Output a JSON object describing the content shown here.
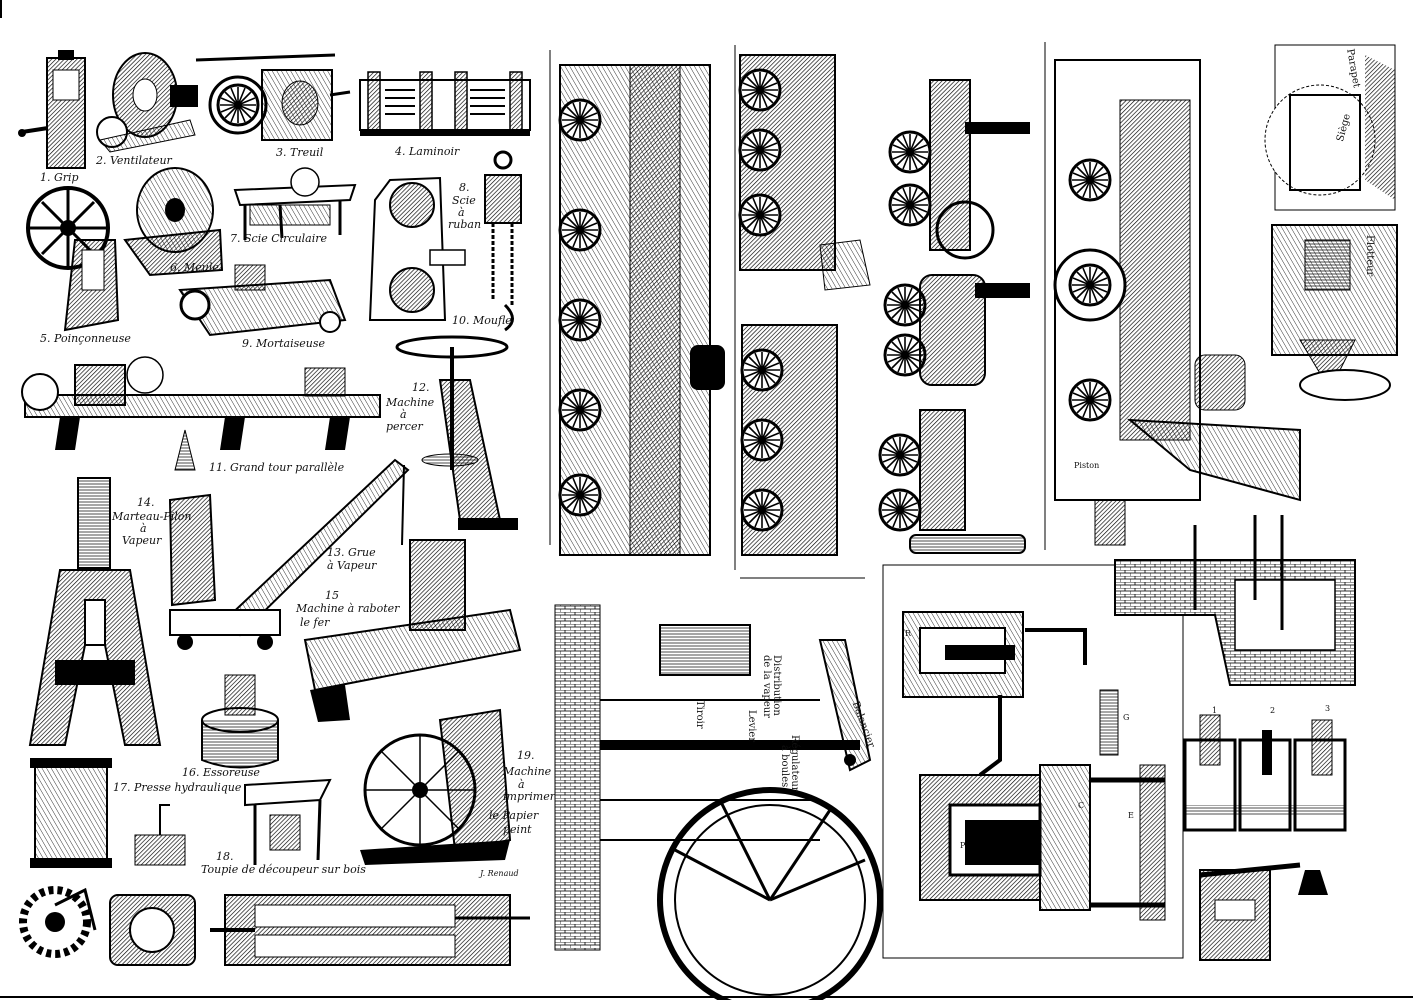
{
  "plate": {
    "labels": {
      "grip": "1. Grip",
      "ventilateur": "2. Ventilateur",
      "treuil": "3. Treuil",
      "laminoir": "4. Laminoir",
      "poinconneuse": "5. Poinçonneuse",
      "meule": "6. Meule",
      "scie_circulaire": "7. Scie Circulaire",
      "scie_ruban_num": "8.",
      "scie_ruban_1": "Scie",
      "scie_ruban_2": "à",
      "scie_ruban_3": "ruban",
      "mortaiseuse": "9. Mortaiseuse",
      "moufle": "10. Moufle",
      "grand_tour": "11. Grand tour parallèle",
      "percer_num": "12.",
      "percer_1": "Machine",
      "percer_2": "à",
      "percer_3": "percer",
      "grue_1": "13. Grue",
      "grue_2": "à Vapeur",
      "marteau_num": "14.",
      "marteau_1": "Marteau-Pilon",
      "marteau_2": "à",
      "marteau_3": "Vapeur",
      "raboter_num": "15",
      "raboter_1": "Machine à raboter",
      "raboter_2": "le fer",
      "essoreuse": "16. Essoreuse",
      "presse": "17. Presse hydraulique",
      "toupie_num": "18.",
      "toupie": "Toupie de découpeur sur bois",
      "imprimer_num": "19.",
      "imprimer_1": "Machine",
      "imprimer_2": "à",
      "imprimer_3": "imprimer",
      "imprimer_4": "le Papier",
      "imprimer_5": "peint",
      "signature": "J. Renaud",
      "piston": "Piston",
      "balancier": "Balancier",
      "distribution_1": "Distribution",
      "distribution_2": "de la vapeur",
      "regulateur_1": "Régulateur",
      "regulateur_2": "à boules",
      "levier": "Levier",
      "tiroir": "Tiroir",
      "parapet": "Parapet",
      "siege": "Siège",
      "flotteur": "Flotteur",
      "cone_num_1": "1",
      "cone_num_2": "2",
      "cone_num_3": "3",
      "cyl_G": "G",
      "cyl_E": "E",
      "cyl_C": "C",
      "cyl_P": "P",
      "cyl_R": "R"
    }
  }
}
